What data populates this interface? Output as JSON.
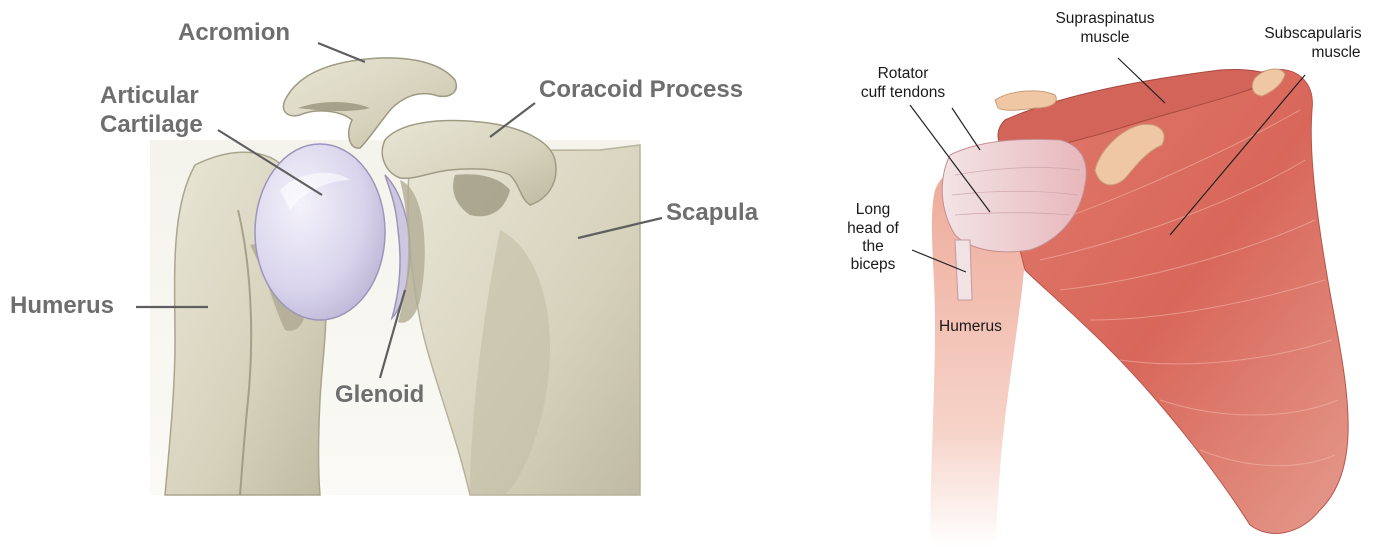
{
  "bone_panel": {
    "labels": {
      "acromion": "Acromion",
      "articular_cartilage_line1": "Articular",
      "articular_cartilage_line2": "Cartilage",
      "coracoid_process": "Coracoid Process",
      "scapula": "Scapula",
      "humerus": "Humerus",
      "glenoid": "Glenoid"
    }
  },
  "muscle_panel": {
    "labels": {
      "supraspinatus_line1": "Supraspinatus",
      "supraspinatus_line2": "muscle",
      "subscapularis_line1": "Subscapularis",
      "subscapularis_line2": "muscle",
      "rotator_cuff_line1": "Rotator",
      "rotator_cuff_line2": "cuff tendons",
      "long_head_line1": "Long",
      "long_head_line2": "head of",
      "long_head_line3": "the",
      "long_head_line4": "biceps",
      "humerus": "Humerus"
    }
  },
  "colors": {
    "bone": "#d9d6c3",
    "bone_shadow": "#a9a48c",
    "cartilage": "#d8d3ea",
    "muscle": "#d9685c",
    "muscle_light": "#eeb0a2",
    "tendon": "#efd9dc",
    "label_gray": "#6e6e6e"
  }
}
